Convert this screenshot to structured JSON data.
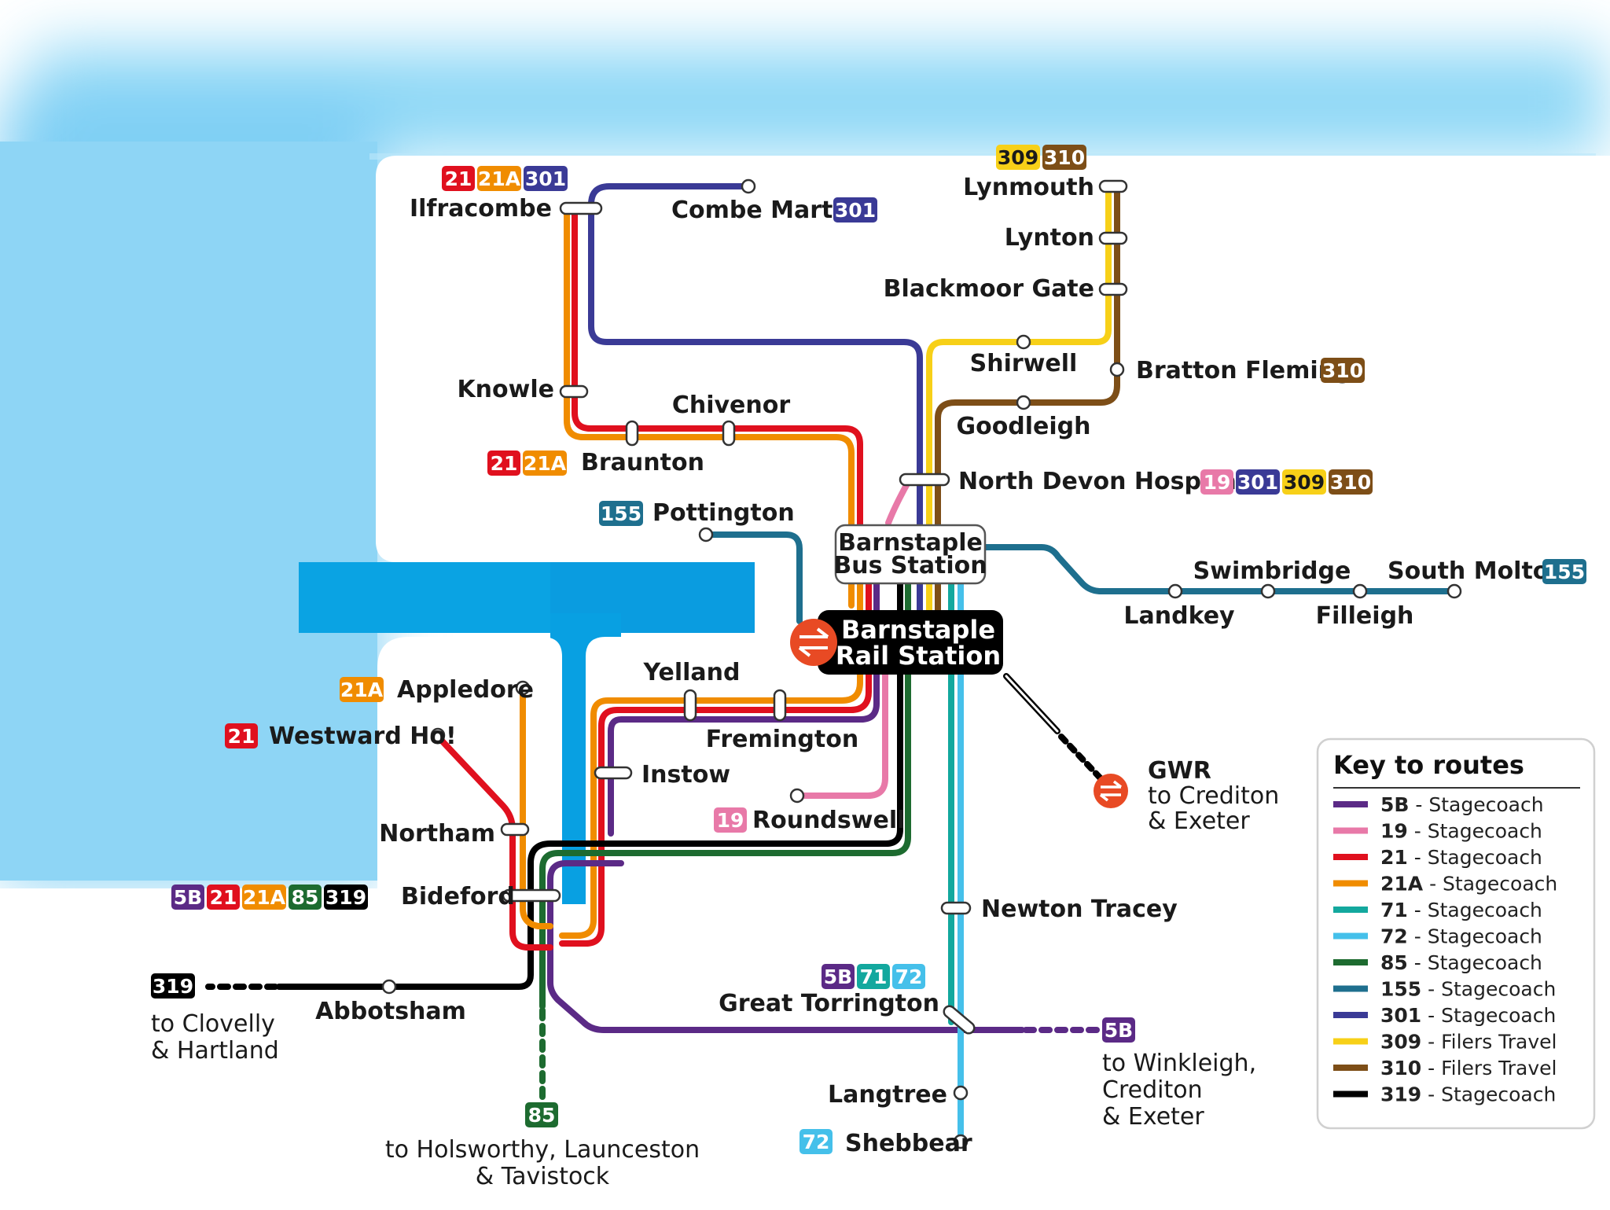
{
  "colors": {
    "r5B": "#5b2a86",
    "r19": "#e879a8",
    "r21": "#e0101e",
    "r21A": "#f08c00",
    "r71": "#13a89e",
    "r72": "#45c0ea",
    "r85": "#1d6b30",
    "r155": "#1e6f8e",
    "r301": "#3a3a96",
    "r309": "#f7d018",
    "r310": "#7d4e17",
    "r319": "#000000",
    "rail": "#e84a24",
    "sea": "#29abe2"
  },
  "routes": [
    {
      "id": "5B",
      "label": "5B",
      "colorKey": "r5B",
      "textColor": "#ffffff"
    },
    {
      "id": "19",
      "label": "19",
      "colorKey": "r19",
      "textColor": "#ffffff"
    },
    {
      "id": "21",
      "label": "21",
      "colorKey": "r21",
      "textColor": "#ffffff"
    },
    {
      "id": "21A",
      "label": "21A",
      "colorKey": "r21A",
      "textColor": "#ffffff"
    },
    {
      "id": "71",
      "label": "71",
      "colorKey": "r71",
      "textColor": "#ffffff"
    },
    {
      "id": "72",
      "label": "72",
      "colorKey": "r72",
      "textColor": "#ffffff"
    },
    {
      "id": "85",
      "label": "85",
      "colorKey": "r85",
      "textColor": "#ffffff"
    },
    {
      "id": "155",
      "label": "155",
      "colorKey": "r155",
      "textColor": "#ffffff"
    },
    {
      "id": "301",
      "label": "301",
      "colorKey": "r301",
      "textColor": "#ffffff"
    },
    {
      "id": "309",
      "label": "309",
      "colorKey": "r309",
      "textColor": "#1a1a1a"
    },
    {
      "id": "310",
      "label": "310",
      "colorKey": "r310",
      "textColor": "#ffffff"
    },
    {
      "id": "319",
      "label": "319",
      "colorKey": "r319",
      "textColor": "#ffffff"
    }
  ],
  "stations": {
    "ilfracombe": "Ilfracombe",
    "combe_martin": "Combe Martin",
    "lynmouth": "Lynmouth",
    "lynton": "Lynton",
    "blackmoor_gate": "Blackmoor Gate",
    "shirwell": "Shirwell",
    "bratton_fleming": "Bratton Fleming",
    "goodleigh": "Goodleigh",
    "knowle": "Knowle",
    "chivenor": "Chivenor",
    "braunton": "Braunton",
    "north_devon_hospital": "North Devon Hospital",
    "pottington": "Pottington",
    "bus_station_1": "Barnstaple",
    "bus_station_2": "Bus Station",
    "rail_station_1": "Barnstaple",
    "rail_station_2": "Rail Station",
    "swimbridge": "Swimbridge",
    "south_molton": "South Molton",
    "landkey": "Landkey",
    "filleigh": "Filleigh",
    "yelland": "Yelland",
    "fremington": "Fremington",
    "instow": "Instow",
    "appledore": "Appledore",
    "westward_ho": "Westward Ho!",
    "northam": "Northam",
    "roundswell": "Roundswell",
    "bideford": "Bideford",
    "gwr": "GWR",
    "gwr_sub1": "to Crediton",
    "gwr_sub2": "& Exeter",
    "newton_tracey": "Newton Tracey",
    "great_torrington": "Great Torrington",
    "abbotsham": "Abbotsham",
    "clovelly_1": "to Clovelly",
    "clovelly_2": "& Hartland",
    "winkleigh_1": "to Winkleigh,",
    "winkleigh_2": "Crediton",
    "winkleigh_3": "& Exeter",
    "langtree": "Langtree",
    "shebbear": "Shebbear",
    "holsworthy_1": "to Holsworthy, Launceston",
    "holsworthy_2": "& Tavistock"
  },
  "badges": {
    "ilfracombe": [
      "21",
      "21A",
      "301"
    ],
    "combe_martin": [
      "301"
    ],
    "lynmouth": [
      "309",
      "310"
    ],
    "bratton_fleming": [
      "310"
    ],
    "braunton": [
      "21",
      "21A"
    ],
    "north_devon_hospital": [
      "19",
      "301",
      "309",
      "310"
    ],
    "pottington": [
      "155"
    ],
    "south_molton": [
      "155"
    ],
    "appledore": [
      "21A"
    ],
    "westward_ho": [
      "21"
    ],
    "roundswell": [
      "19"
    ],
    "bideford": [
      "5B",
      "21",
      "21A",
      "85",
      "319"
    ],
    "great_torrington": [
      "5B",
      "71",
      "72"
    ],
    "clovelly": [
      "319"
    ],
    "winkleigh": [
      "5B"
    ],
    "shebbear": [
      "72"
    ],
    "holsworthy": [
      "85"
    ]
  },
  "key": {
    "title": "Key to routes",
    "items": [
      {
        "route": "5B",
        "operator": "Stagecoach"
      },
      {
        "route": "19",
        "operator": "Stagecoach"
      },
      {
        "route": "21",
        "operator": "Stagecoach"
      },
      {
        "route": "21A",
        "operator": "Stagecoach"
      },
      {
        "route": "71",
        "operator": "Stagecoach"
      },
      {
        "route": "72",
        "operator": "Stagecoach"
      },
      {
        "route": "85",
        "operator": "Stagecoach"
      },
      {
        "route": "155",
        "operator": "Stagecoach"
      },
      {
        "route": "301",
        "operator": "Stagecoach"
      },
      {
        "route": "309",
        "operator": "Filers Travel"
      },
      {
        "route": "310",
        "operator": "Filers Travel"
      },
      {
        "route": "319",
        "operator": "Stagecoach"
      }
    ]
  }
}
